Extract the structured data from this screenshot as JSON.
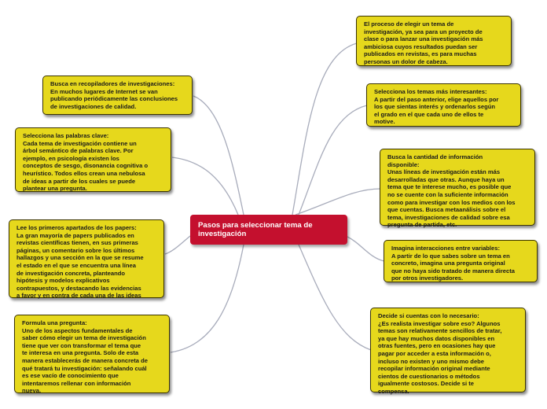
{
  "central": {
    "title": "Pasos para seleccionar tema de\ninvestigación"
  },
  "nodes": [
    {
      "id": "r1",
      "text": "El proceso de elegir un tema de\ninvestigación, ya sea para un proyecto de\nclase o para lanzar una investigación más\nambiciosa cuyos resultados puedan ser\npublicados en revistas, es para muchas\npersonas un dolor de cabeza."
    },
    {
      "id": "r2",
      "text": "Selecciona los temas más interesantes:\nA partir del paso anterior, elige aquellos por\nlos que sientas interés y ordenarlos según\nel grado en el que cada uno de ellos te\nmotive."
    },
    {
      "id": "r3",
      "text": "Busca la cantidad de información\ndisponible:\nUnas líneas de investigación están más\ndesarrolladas que otras. Aunque haya un\ntema que te interese mucho, es posible que\nno se cuente con la suficiente información\ncomo para investigar con los medios con los\nque cuentas. Busca metaanálisis sobre el\ntema, investigaciones de calidad sobre esa\npregunta de partida, etc."
    },
    {
      "id": "r4",
      "text": "Imagina interacciones entre variables:\nA partir de lo que sabes sobre un tema en\nconcreto, imagina una pregunta original\nque no haya sido tratado de manera directa\npor otros investigadores."
    },
    {
      "id": "r5",
      "text": "Decide si cuentas con lo necesario:\n¿Es realista investigar sobre eso? Algunos\ntemas son relativamente sencillos de tratar,\nya que hay muchos datos disponibles en\notras fuentes, pero en ocasiones hay que\npagar por acceder a esta información o,\nincluso no existen y uno mismo debe\nrecopilar información original mediante\ncientos de cuestionarios o métodos\nigualmente costosos. Decide si te\ncompensa."
    },
    {
      "id": "l1",
      "text": "Busca en recopiladores de investigaciones:\nEn muchos lugares de Internet se van\npublicando periódicamente las conclusiones\nde investigaciones de calidad."
    },
    {
      "id": "l2",
      "text": "Selecciona las palabras clave:\nCada tema de investigación contiene un\nárbol semántico de palabras clave. Por\nejemplo, en psicología existen los\nconceptos de sesgo, disonancia cognitiva o\nheurístico. Todos ellos crean una nebulosa\nde ideas a partir de los cuales se puede\nplantear una pregunta."
    },
    {
      "id": "l3",
      "text": "Lee los primeros apartados de los papers:\nLa gran mayoría de papers publicados en\nrevistas científicas tienen, en sus primeras\npáginas, un comentario sobre los últimos\nhallazgos y una sección en la que se resume\nel estado en el que se encuentra una línea\nde investigación concreta, planteando\nhipótesis y modelos explicativos\ncontrapuestos, y destacando las evidencias\na favor y en contra de cada una de las ideas"
    },
    {
      "id": "l4",
      "text": "Formula una pregunta:\nUno de los aspectos fundamentales de\nsaber cómo elegir un tema de investigación\ntiene que ver con transformar el tema que\nte interesa en una pregunta. Solo de esta\nmanera establecerás de manera concreta de\nqué tratará tu investigación: señalando cuál\nes ese vacío de conocimiento que\nintentaremos rellenar con información\nnueva."
    }
  ],
  "colors": {
    "topic": "#e6d81c",
    "central": "#c4102e",
    "link": "#a8acbb"
  }
}
